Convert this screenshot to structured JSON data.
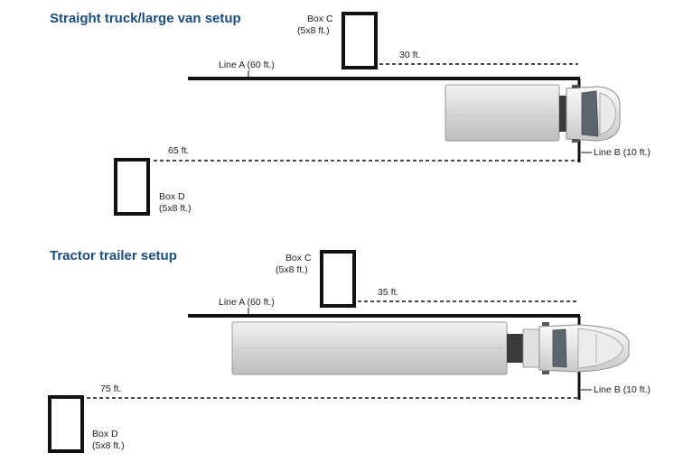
{
  "sections": [
    {
      "title": "Straight truck/large van setup",
      "line_a": "Line A (60 ft.)",
      "line_b": "Line B (10 ft.)",
      "box_c": {
        "name": "Box C",
        "size": "(5x8 ft.)"
      },
      "box_d": {
        "name": "Box D",
        "size": "(5x8 ft.)"
      },
      "dist_c": "30 ft.",
      "dist_d": "65 ft."
    },
    {
      "title": "Tractor trailer setup",
      "line_a": "Line A (60 ft.)",
      "line_b": "Line B (10 ft.)",
      "box_c": {
        "name": "Box C",
        "size": "(5x8 ft.)"
      },
      "box_d": {
        "name": "Box D",
        "size": "(5x8 ft.)"
      },
      "dist_c": "35 ft.",
      "dist_d": "75 ft."
    }
  ],
  "colors": {
    "title": "#1b4e80",
    "line": "#111111",
    "truck_body": "#dcdcdc",
    "cab": "#f0f0f0"
  }
}
